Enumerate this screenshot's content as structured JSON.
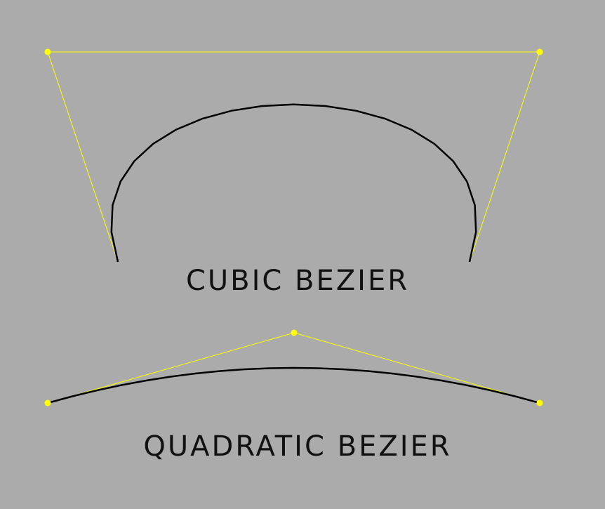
{
  "background_color": "#ababab",
  "control_color": "#ffff00",
  "curve_color": "#000000",
  "cubic": {
    "label": "CUBIC BEZIER",
    "segments": 20
  },
  "quadratic": {
    "label": "QUADRATIC BEZIER",
    "segments": 20
  }
}
